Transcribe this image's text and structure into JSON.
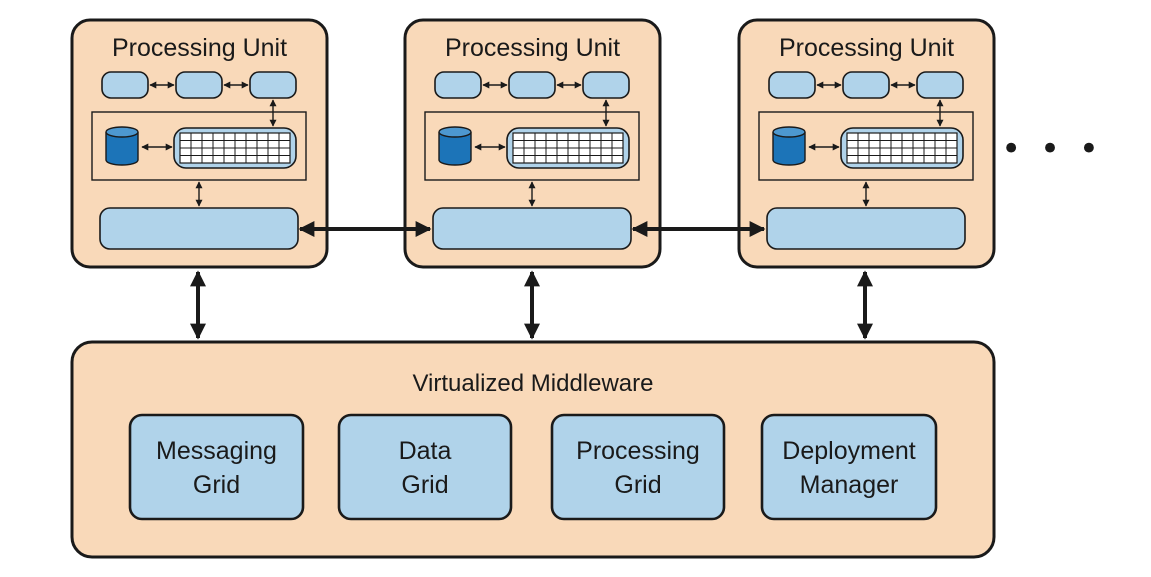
{
  "colors": {
    "outer_fill": "#f9d9b9",
    "inner_fill": "#b0d3ea",
    "database_fill": "#1c74b8",
    "stroke": "#1a1a1a",
    "grid_fill": "#ffffff"
  },
  "processing_units": [
    {
      "title": "Processing Unit"
    },
    {
      "title": "Processing Unit"
    },
    {
      "title": "Processing Unit"
    }
  ],
  "ellipsis": "• • •",
  "middleware": {
    "title": "Virtualized Middleware",
    "components": [
      {
        "line1": "Messaging",
        "line2": "Grid"
      },
      {
        "line1": "Data",
        "line2": "Grid"
      },
      {
        "line1": "Processing",
        "line2": "Grid"
      },
      {
        "line1": "Deployment",
        "line2": "Manager"
      }
    ]
  }
}
